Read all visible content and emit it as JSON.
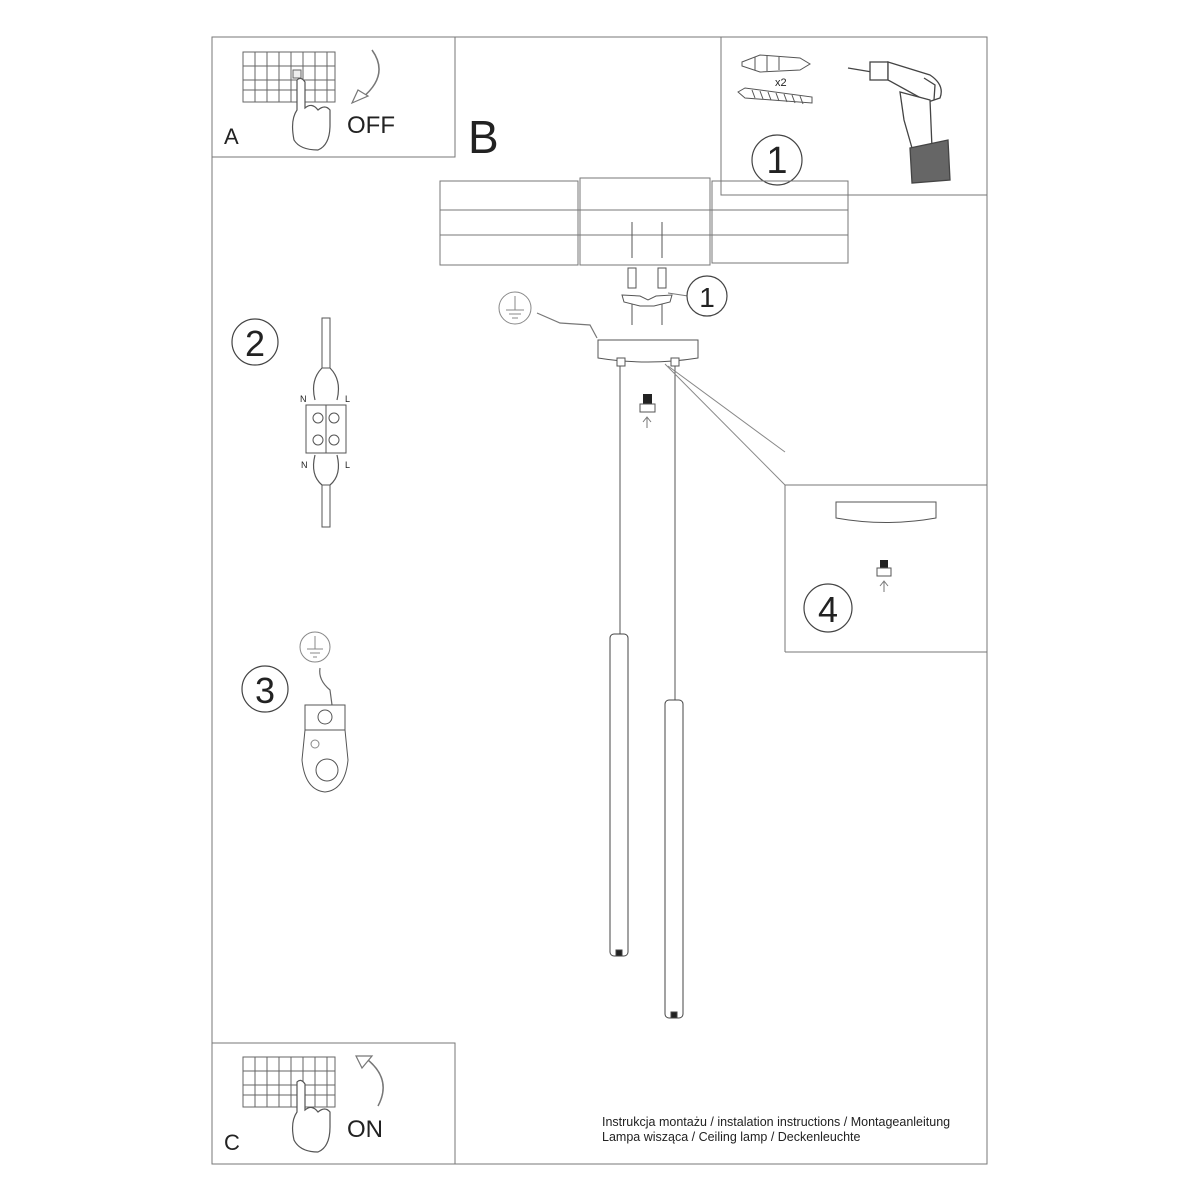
{
  "panels": {
    "a": {
      "letter": "A",
      "action": "OFF"
    },
    "b": {
      "letter": "B"
    },
    "c": {
      "letter": "C",
      "action": "ON"
    }
  },
  "steps": {
    "tools": {
      "number": "1",
      "anchor_count": "x2"
    },
    "bracket": {
      "number": "1"
    },
    "wiring": {
      "number": "2",
      "neutral_label": "N",
      "live_label": "L"
    },
    "ground": {
      "number": "3"
    },
    "detail": {
      "number": "4"
    }
  },
  "footer": {
    "line1": "Instrukcja montażu / instalation instructions / Montageanleitung",
    "line2": "Lampa wisząca / Ceiling lamp / Deckenleuchte"
  }
}
